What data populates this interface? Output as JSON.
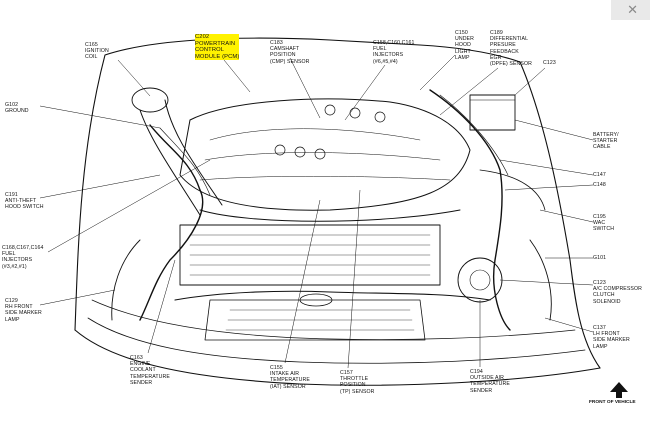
{
  "labels": {
    "c165": "C165\nIGNITION\nCOIL",
    "c202": "C202\nPOWERTRAIN\nCONTROL\nMODULE (PCM)",
    "c183": "C183\nCAMSHAFT\nPOSITION\n(CMP) SENSOR",
    "c158": "C158,C160,C161\nFUEL\nINJECTORS\n(#6,#5,#4)",
    "c150": "C150\nUNDER\nHOOD\nLIGHT\nLAMP",
    "c189": "C189\nDIFFERENTIAL\nPRESURE\nFEEDBACK\nEGR\n(DPFE) SENSOR",
    "c123": "C123",
    "g102": "G102\nGROUND",
    "battery": "BATTERY/\nSTARTER\nCABLE",
    "c191": "C191\nANTI-THEFT\nHOOD SWITCH",
    "c147": "C147",
    "c148": "C148",
    "c168": "C168,C167,C164\nFUEL\nINJECTORS\n(#3,#2,#1)",
    "c195": "C195\nWAC\nSWITCH",
    "g101": "G101",
    "c129": "C129\nRH FRONT\nSIDE MARKER\nLAMP",
    "c123ac": "C123\nA/C COMPRESSOR\nCLUTCH\nSOLENOID",
    "c137": "C137\nLH FRONT\nSIDE MARKER\nLAMP",
    "c163": "C163\nENGINE\nCOOLANT\nTEMPERATURE\nSENDER",
    "c155": "C155\nINTAKE AIR\nTEMPERATURE\n(IAT) SENSOR",
    "c157": "C157\nTHROTTLE\nPOSITION\n(TP) SENSOR",
    "c194": "C194\nOUTSIDE AIR\nTEMPERATURE\nSENDER",
    "front": "FRONT OF VEHICLE"
  },
  "colors": {
    "highlight": "#fff200",
    "line": "#111111"
  }
}
